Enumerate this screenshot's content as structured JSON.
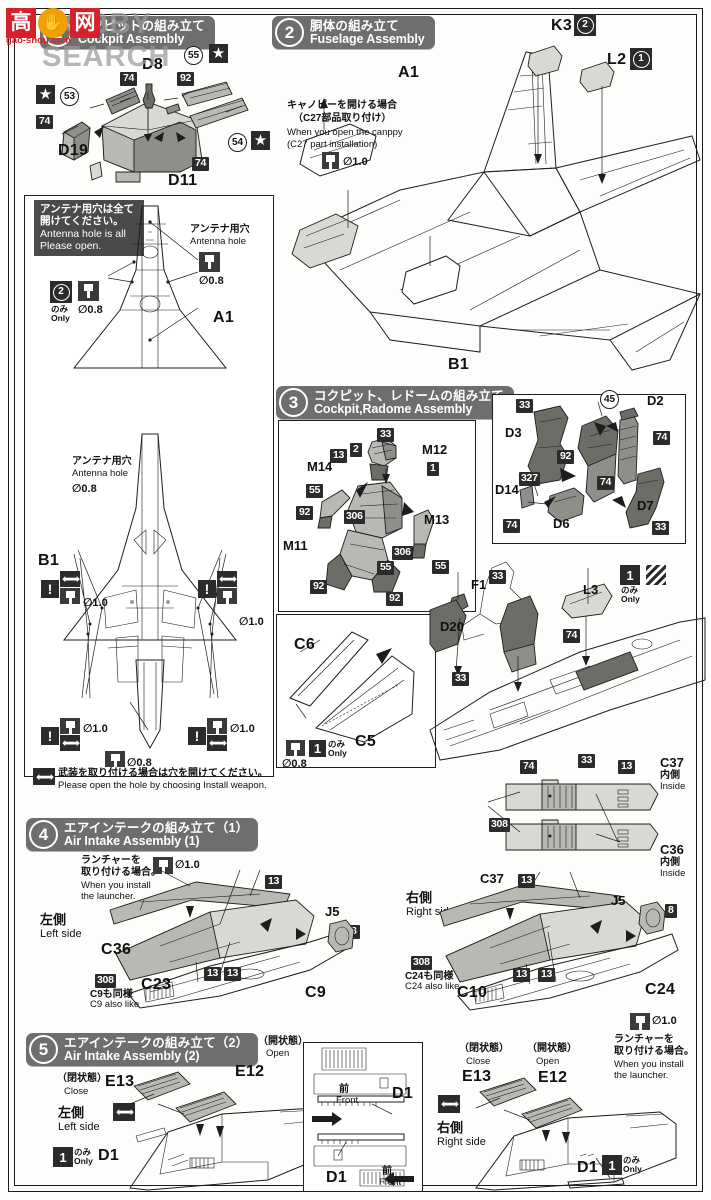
{
  "watermark": {
    "site": "HOBBY SEARCH",
    "cn_logo": [
      "高",
      "网"
    ],
    "url": "gao-shou.com"
  },
  "sections": [
    {
      "num": "1",
      "jp": "コクピットの組み立て",
      "en": "Cockpit Assembly"
    },
    {
      "num": "2",
      "jp": "胴体の組み立て",
      "en": "Fuselage Assembly"
    },
    {
      "num": "3",
      "jp": "コクピット、レドームの組み立て",
      "en": "Cockpit,Radome Assembly"
    },
    {
      "num": "4",
      "jp": "エアインテークの組み立て（1）",
      "en": "Air Intake Assembly (1)"
    },
    {
      "num": "5",
      "jp": "エアインテークの組み立て（2）",
      "en": "Air Intake Assembly (2)"
    }
  ],
  "notes": {
    "antenna": {
      "jp": "アンテナ用穴は全て\n開けてください。",
      "en": "Antenna hole is all\nPlease open."
    },
    "weapon": {
      "jp": "武装を取り付ける場合は穴を開けてください。",
      "en": "Please open the hole by choosing Install weapon."
    },
    "canopy": {
      "jp": "キャノピーを開ける場合",
      "jp2": "（C27部品取り付け）",
      "en": "When you open the canppy",
      "en2": "(C27 part installation)"
    },
    "launcher": {
      "jp": "ランチャーを",
      "jp2": "取り付ける場合。",
      "en": "When you install",
      "en2": "the launcher."
    },
    "antenna_hole": {
      "jp": "アンテナ用穴",
      "en": "Antenna hole"
    },
    "c9_also": {
      "jp": "C9も同様",
      "en": "C9 also like"
    },
    "c24_also": {
      "jp": "C24も同様",
      "en": "C24 also like"
    }
  },
  "terms": {
    "only": "のみ\nOnly",
    "left_side": {
      "jp": "左側",
      "en": "Left side"
    },
    "right_side": {
      "jp": "右側",
      "en": "Right side"
    },
    "inside": {
      "jp": "内側",
      "en": "Inside"
    },
    "open": {
      "jp": "（開状態）",
      "en": "Open"
    },
    "close": {
      "jp": "（閉状態）",
      "en": "Close"
    },
    "front": {
      "jp": "前",
      "en": "Front"
    }
  },
  "diameters": {
    "d08": "∅0.8",
    "d10": "∅1.0"
  },
  "step1": {
    "parts": [
      "D8",
      "D19",
      "D11"
    ],
    "chips": [
      "74",
      "92",
      "74",
      "74"
    ],
    "circles": [
      "53",
      "55",
      "54"
    ],
    "stars": 3
  },
  "step2": {
    "parts": [
      "A1",
      "B1",
      "K3",
      "L2"
    ],
    "variants": [
      "2",
      "1"
    ],
    "drill": "∅1.0"
  },
  "antenna_panel": {
    "parts": [
      "A1",
      "B1"
    ],
    "variant_only": "2",
    "holes": [
      "∅0.8",
      "∅0.8",
      "∅1.0",
      "∅1.0",
      "∅1.0",
      "∅1.0",
      "∅0.8"
    ]
  },
  "step3": {
    "pilot_parts": [
      "M11",
      "M12",
      "M13",
      "M14"
    ],
    "pilot_chips": [
      "33",
      "13",
      "2",
      "1",
      "55",
      "92",
      "306",
      "306",
      "55",
      "55",
      "92",
      "92"
    ],
    "seat_parts": [
      "D2",
      "D3",
      "D6",
      "D7",
      "D14"
    ],
    "seat_chips": [
      "33",
      "33",
      "92",
      "74",
      "74",
      "74",
      "327"
    ],
    "seat_circle": "45",
    "radome_parts": [
      "C5",
      "C6"
    ],
    "radome_hole": "∅0.8",
    "radome_variant": "1",
    "install_parts": [
      "F1",
      "D20",
      "L3"
    ],
    "install_chips": [
      "33",
      "33",
      "33",
      "74",
      "74",
      "33",
      "13"
    ],
    "install_variant": "1",
    "duct_parts": [
      "C36",
      "C37"
    ],
    "duct_chip": "308"
  },
  "step4": {
    "left": {
      "parts": [
        "C36",
        "C23",
        "C9",
        "J5"
      ],
      "chips": [
        "13",
        "13",
        "13",
        "308"
      ],
      "j5_chip": "8",
      "drill": "∅1.0"
    },
    "right": {
      "parts": [
        "C37",
        "C10",
        "C24",
        "J5"
      ],
      "chips": [
        "13",
        "13",
        "13",
        "308"
      ],
      "j5_chip": "8",
      "drill": "∅1.0"
    }
  },
  "step5": {
    "left": {
      "parts": [
        "E13",
        "E12",
        "D1"
      ],
      "variant_only": "1"
    },
    "right": {
      "parts": [
        "E13",
        "E12",
        "D1"
      ],
      "variant_only": "1"
    },
    "detail": {
      "parts": [
        "D1",
        "D1"
      ]
    }
  }
}
